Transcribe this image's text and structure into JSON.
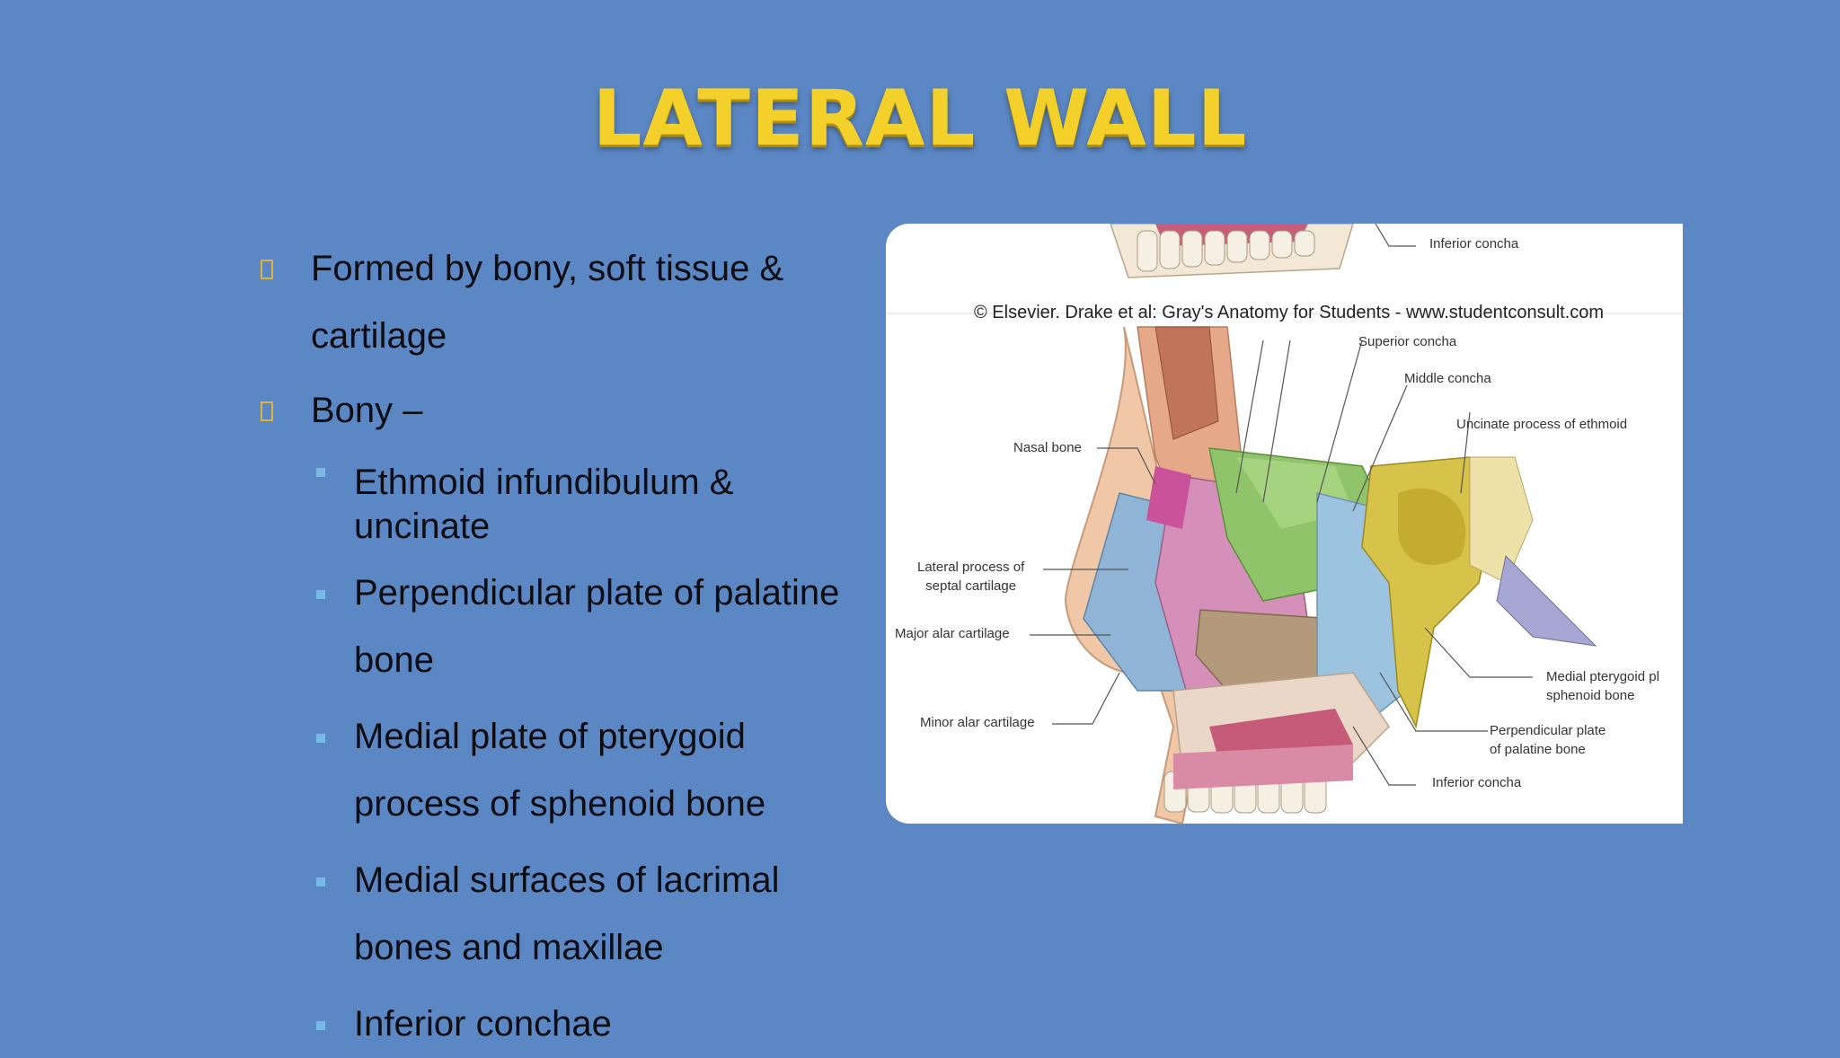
{
  "slide": {
    "title": "LATERAL WALL",
    "background_color": "#5b87c5",
    "title_color": "#f3d02a",
    "bullets": [
      {
        "level": 1,
        "text_line1": "Formed by bony, soft tissue &",
        "text_line2": "cartilage"
      },
      {
        "level": 1,
        "text_line1": "Bony –"
      }
    ],
    "sub_bullets": [
      {
        "line1": "Ethmoid infundibulum &",
        "line2": "uncinate"
      },
      {
        "line1": "Perpendicular plate of palatine",
        "line2": "bone"
      },
      {
        "line1": "Medial plate of pterygoid",
        "line2": "process  of sphenoid bone"
      },
      {
        "line1": "Medial surfaces of lacrimal",
        "line2": "bones  and maxillae"
      },
      {
        "line1": "Inferior conchae"
      }
    ],
    "figure": {
      "copyright": "© Elsevier. Drake et al: Gray's Anatomy for Students - www.studentconsult.com",
      "labels": {
        "inferior_concha_top": "Inferior concha",
        "superior_concha": "Superior concha",
        "middle_concha": "Middle concha",
        "uncinate": "Uncinate process of ethmoid",
        "nasal_bone": "Nasal bone",
        "lateral_process_1": "Lateral process of",
        "lateral_process_2": "septal cartilage",
        "major_alar": "Major alar cartilage",
        "minor_alar": "Minor alar cartilage",
        "medial_pterygoid_1": "Medial pterygoid pl",
        "medial_pterygoid_2": "sphenoid bone",
        "perp_plate_1": "Perpendicular plate",
        "perp_plate_2": "of palatine bone",
        "inferior_concha_bottom": "Inferior concha"
      }
    }
  }
}
